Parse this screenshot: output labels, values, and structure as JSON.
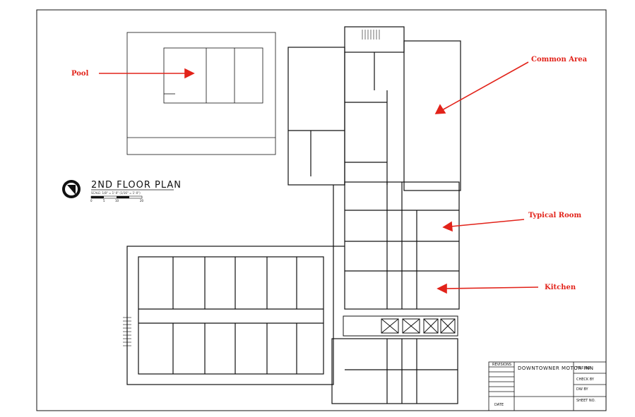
{
  "drawing": {
    "title": "2ND FLOOR PLAN",
    "scale_note": "SCALE: 1/8\" = 1'-0\" (1/16\" = 1'-0\")",
    "scale_ticks": [
      "0",
      "5",
      "10",
      "20"
    ]
  },
  "annotations": {
    "pool": "Pool",
    "common_area": "Common Area",
    "typical_room": "Typical Room",
    "kitchen": "Kitchen"
  },
  "title_block": {
    "revisions": "REVISIONS",
    "project": "DOWNTOWNER MOTOR INN",
    "file_no": "FILE NO.",
    "check_by": "CHECK BY",
    "dw_by": "DW BY",
    "date": "DATE",
    "sheet_no": "SHEET NO."
  },
  "colors": {
    "annotation": "#e2231a",
    "linework": "#111111"
  }
}
